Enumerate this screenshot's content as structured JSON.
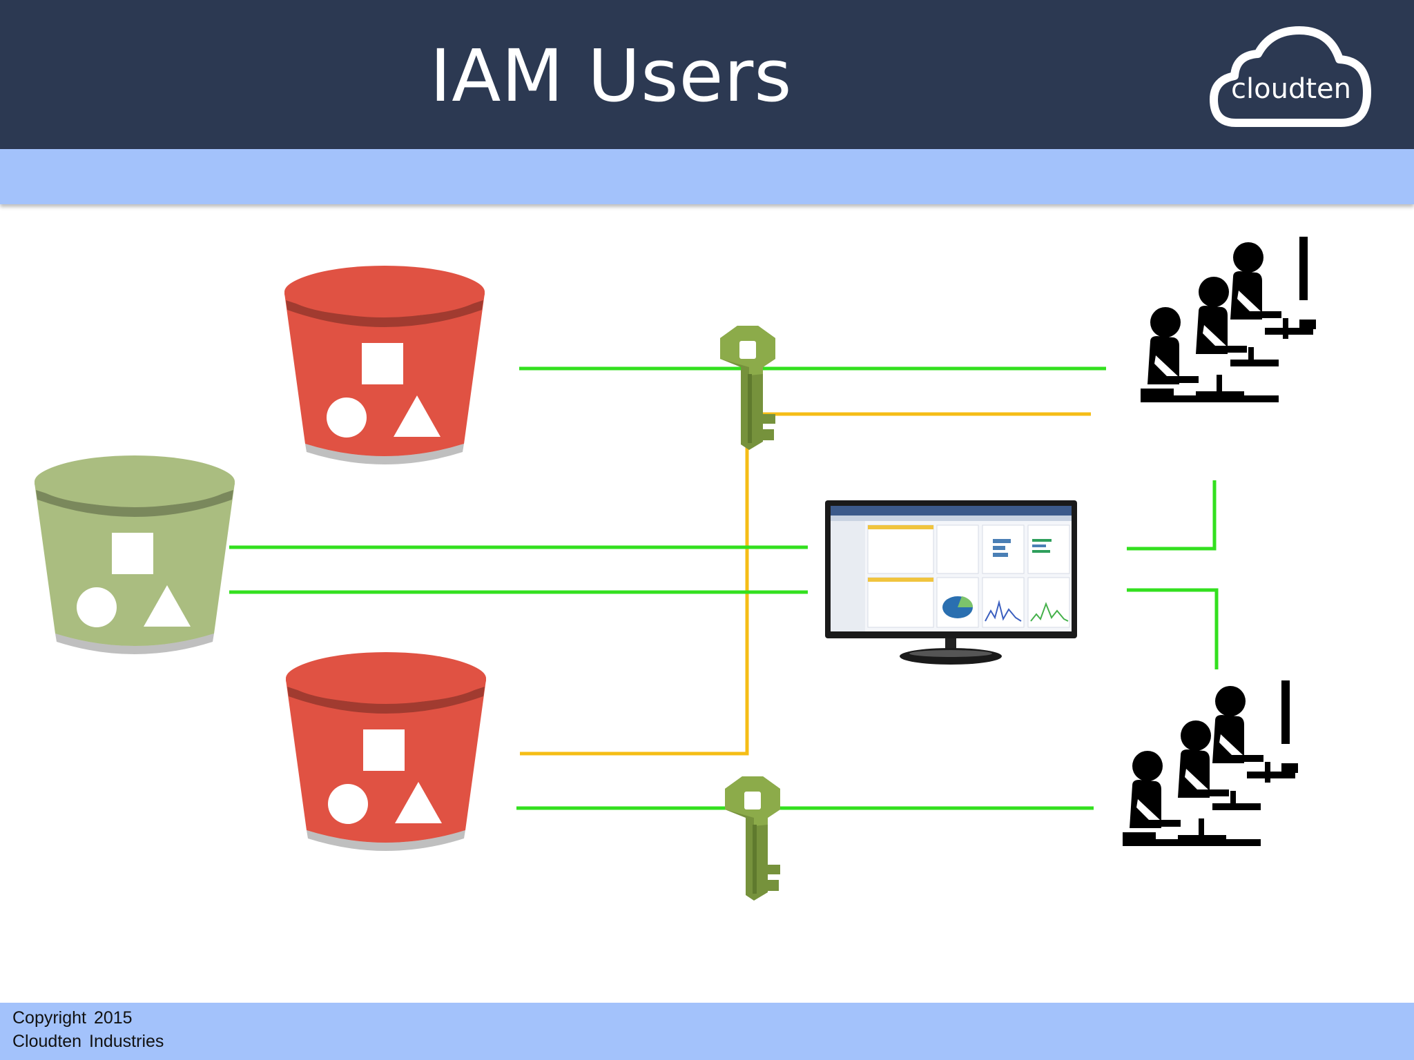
{
  "slide": {
    "title": "IAM Users",
    "logo_text": "cloudten"
  },
  "footer": {
    "line1": "Copyright  2015",
    "line2": "Cloudten  Industries"
  },
  "colors": {
    "header": "#2c3952",
    "band": "#a3c2fb",
    "bucket_red": "#e05243",
    "bucket_green": "#aabd80",
    "key": "#76923c",
    "line_green": "#33e01f",
    "line_yellow": "#f5bd16"
  },
  "icons": [
    "s3-bucket-icon",
    "iam-key-icon",
    "user-group-icon",
    "monitor-icon",
    "cloud-logo-icon"
  ]
}
